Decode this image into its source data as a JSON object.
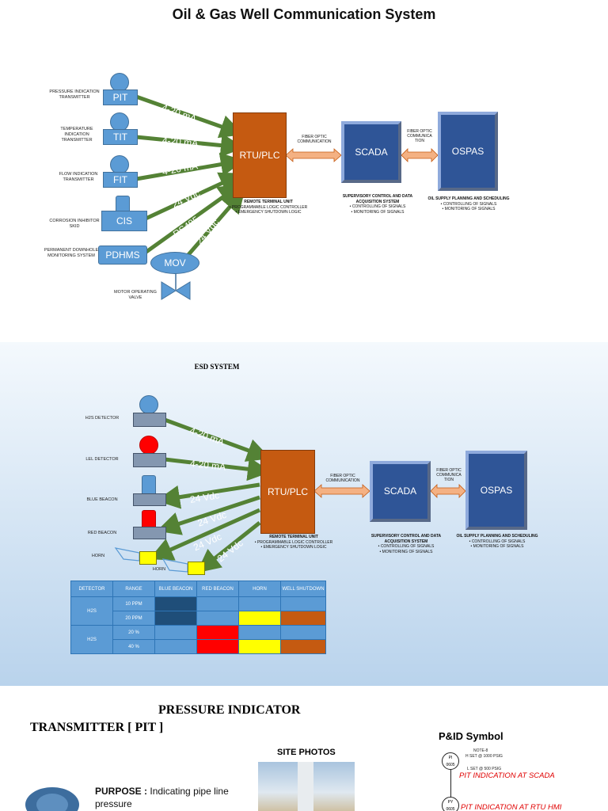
{
  "section1": {
    "title": "Oil & Gas Well Communication System",
    "instruments": [
      {
        "tag": "PIT",
        "label": "PRESSURE INDICATION TRANSMITTER"
      },
      {
        "tag": "TIT",
        "label": "TEMPERATURE INDICATION TRANSMITTER"
      },
      {
        "tag": "FIT",
        "label": "FLOW INDICATION TRANSMITTER"
      },
      {
        "tag": "CIS",
        "label": "CORROSION INHIBITOR SKID"
      },
      {
        "tag": "PDHMS",
        "label": "PERMANENT DOWNHOLE MONITORING SYSTEM"
      },
      {
        "tag": "MOV",
        "label": "MOTOR OPERATING VALVE"
      }
    ],
    "wires": [
      "4-20 mA",
      "4-20 mA",
      "4-20 mA",
      "24 Vdc",
      "RS485",
      "24 Vdc"
    ],
    "rtu": {
      "label": "RTU/PLC",
      "caption": "REMOTE TERMINAL UNIT",
      "bullets": [
        "PROGRAMMABLE LOGIC CONTROLLER",
        "EMERGENCY SHUTDOWN LOGIC"
      ]
    },
    "link1": "FIBER OPTIC COMMUNICATION",
    "link2": "FIBER OPTIC COMMUNICA TION",
    "scada": {
      "label": "SCADA",
      "caption": "SUPERVISORY CONTROL AND DATA ACQUISITION SYSTEM",
      "bullets": [
        "CONTROLLING OF SIGNALS",
        "MONITORING OF SIGNALS"
      ]
    },
    "ospas": {
      "label": "OSPAS",
      "caption": "OIL SUPPLY PLANNING AND SCHEDULING",
      "bullets": [
        "CONTROLLING OF SIGNALS",
        "MONITORING OF SIGNALS"
      ]
    }
  },
  "section2": {
    "title": "ESD SYSTEM",
    "devices": [
      "H2S DETECTOR",
      "LEL DETECTOR",
      "BLUE BEACON",
      "RED BEACON",
      "HORN",
      "HORN"
    ],
    "wires": [
      "4-20 mA",
      "4-20 mA",
      "24 Vdc",
      "24 Vdc",
      "24 Vdc",
      "24 Vdc"
    ],
    "rtu": {
      "label": "RTU/PLC",
      "caption": "REMOTE TERMINAL UNIT",
      "bullets": [
        "PROGRAMMABLE LOGIC CONTROLLER",
        "EMERGENCY SHUTDOWN LOGIC"
      ]
    },
    "link1": "FIBER OPTIC COMMUNICATION",
    "link2": "FIBER OPTIC COMMUNICA TION",
    "scada": {
      "label": "SCADA",
      "caption": "SUPERVISORY CONTROL AND DATA ACQUISITION SYSTEM",
      "bullets": [
        "CONTROLLING OF SIGNALS",
        "MONITORING OF SIGNALS"
      ]
    },
    "ospas": {
      "label": "OSPAS",
      "caption": "OIL SUPPLY PLANNING AND SCHEDULING",
      "bullets": [
        "CONTROLLING OF SIGNALS",
        "MONITORING OF SIGNALS"
      ]
    },
    "table": {
      "headers": [
        "DETECTOR",
        "RANGE",
        "BLUE BEACON",
        "RED BEACON",
        "HORN",
        "WELL SHUTDOWN"
      ],
      "groups": [
        {
          "detector": "H2S",
          "ranges": [
            "10 PPM",
            "20 PPM"
          ]
        },
        {
          "detector": "H2S",
          "ranges": [
            "20 %",
            "40 %"
          ]
        }
      ]
    }
  },
  "section3": {
    "title_line1": "PRESSURE INDICATOR",
    "title_line2": "TRANSMITTER [ PIT ]",
    "site_photos": "SITE PHOTOS",
    "purpose_label": "PURPOSE :",
    "purpose_text": "Indicating pipe line pressure",
    "pid_title": "P&ID Symbol",
    "pid_note": "NOTE-8",
    "pid_hset": "H SET @ 1000 PSIG",
    "pid_lset": "L SET @ 500 PSIG",
    "pid_tag1": "PI",
    "pid_num1": "0605",
    "pid_tag2": "PY",
    "pid_num2": "0605",
    "pid_scada": "PIT INDICATION AT SCADA",
    "pid_rtu": "PIT INDICATION AT RTU HMI"
  },
  "colors": {
    "instrument": "#5b9bd5",
    "rtu": "#c55a11",
    "scada": "#2f5597",
    "wire": "#548235",
    "fiber": "#f4b183",
    "yellow": "#ffff00",
    "red": "#ff0000",
    "dark": "#1f4e79"
  }
}
